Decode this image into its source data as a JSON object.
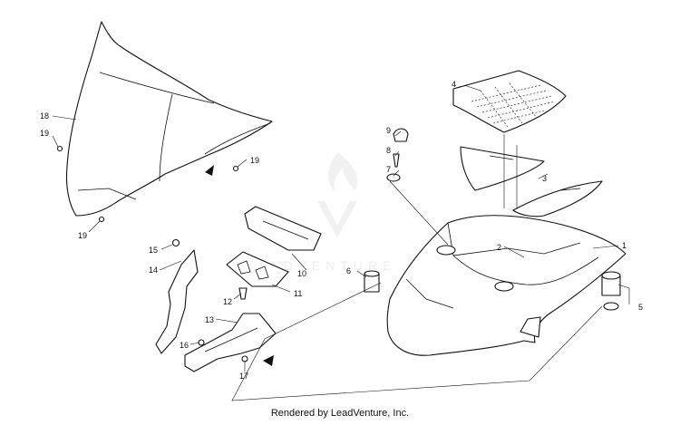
{
  "footer": {
    "text": "Rendered by LeadVenture, Inc."
  },
  "watermark": {
    "text": "LEADVENTURE"
  },
  "callouts": {
    "c1": "1",
    "c2": "2",
    "c3": "3",
    "c4": "4",
    "c5": "5",
    "c6": "6",
    "c7": "7",
    "c8": "8",
    "c9": "9",
    "c10": "10",
    "c11": "11",
    "c12": "12",
    "c13": "13",
    "c14": "14",
    "c15": "15",
    "c16": "16",
    "c17": "17",
    "c18": "18",
    "c19a": "19",
    "c19b": "19",
    "c19c": "19"
  }
}
